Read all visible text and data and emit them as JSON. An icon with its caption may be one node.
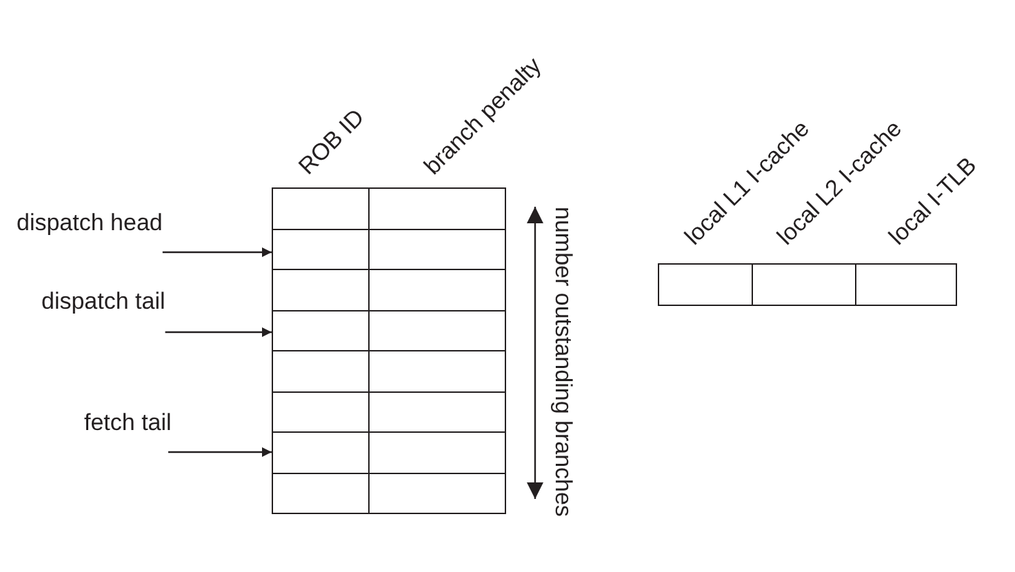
{
  "diagram": {
    "nodes": [
      {
        "text": [
          "dispatch head"
        ]
      },
      {
        "text": [
          "dispatch tail"
        ]
      },
      {
        "text": [
          "fetch tail"
        ]
      },
      {
        "text": [],
        "shape": "box"
      },
      {
        "text": [],
        "shape": "box"
      },
      {
        "text": [],
        "shape": "box"
      },
      {
        "text": [],
        "shape": "box"
      },
      {
        "text": [],
        "shape": "box"
      },
      {
        "text": [],
        "shape": "box"
      },
      {
        "text": [],
        "shape": "box"
      },
      {
        "text": [],
        "shape": "box"
      }
    ],
    "edges": [
      {
        "from": 0,
        "to": 4,
        "arrow": "to"
      },
      {
        "from": 1,
        "to": 6,
        "arrow": "to"
      },
      {
        "from": 2,
        "to": 9,
        "arrow": "to"
      }
    ],
    "labels": [
      "ROB ID",
      "branch penalty",
      "number outstanding branches",
      "local L1 I-cache",
      "local L2 I-cache",
      "local I-TLB"
    ]
  }
}
